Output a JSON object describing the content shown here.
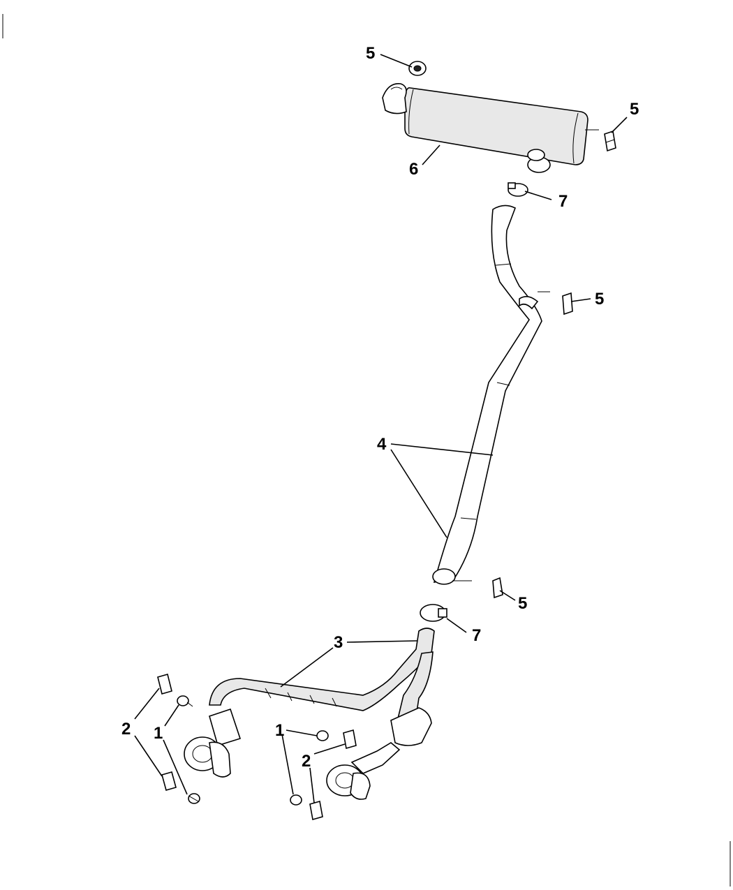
{
  "callouts": {
    "c1a": "5",
    "c1b": "5",
    "c1c": "6",
    "c1d": "7",
    "c1e": "5",
    "c1f": "4",
    "c1g": "5",
    "c1h": "7",
    "c1i": "3",
    "c1j": "2",
    "c1k": "1",
    "c1l": "1",
    "c1m": "2"
  }
}
